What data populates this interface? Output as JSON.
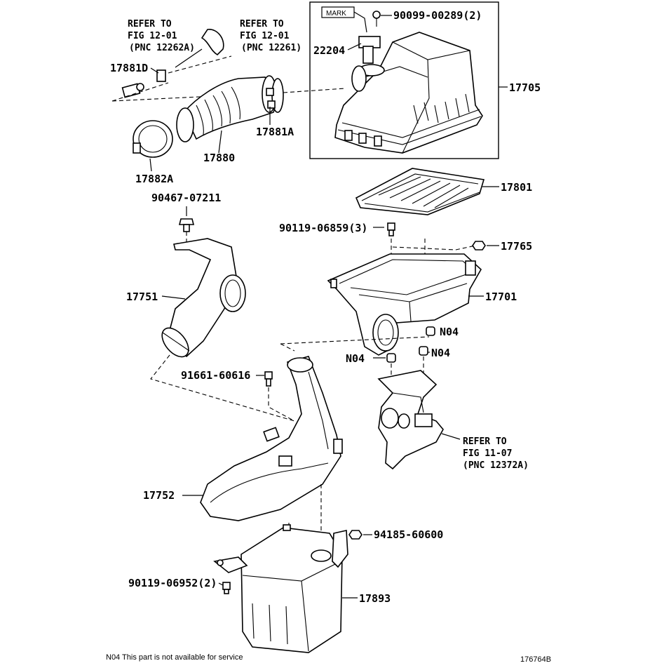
{
  "figure_id": "176764B",
  "note": "N04 This part is not available for service",
  "mark_label": "MARK",
  "refs": {
    "fig_12_01_a": {
      "l1": "REFER TO",
      "l2": "FIG 12-01",
      "l3": "(PNC 12262A)"
    },
    "fig_12_01_b": {
      "l1": "REFER TO",
      "l2": "FIG 12-01",
      "l3": "(PNC 12261)"
    },
    "fig_11_07": {
      "l1": "REFER TO",
      "l2": "FIG 11-07",
      "l3": "(PNC 12372A)"
    }
  },
  "parts": {
    "p90099": "90099-00289(2)",
    "p22204": "22204",
    "p17705": "17705",
    "p17881d": "17881D",
    "p17880": "17880",
    "p17881a": "17881A",
    "p17882a": "17882A",
    "p17801": "17801",
    "p90467": "90467-07211",
    "p90119a": "90119-06859(3)",
    "p17765": "17765",
    "p17751": "17751",
    "p17701": "17701",
    "n04a": "N04",
    "n04b": "N04",
    "n04c": "N04",
    "p91661": "91661-60616",
    "p17752": "17752",
    "p94185": "94185-60600",
    "p90119b": "90119-06952(2)",
    "p17893": "17893"
  }
}
